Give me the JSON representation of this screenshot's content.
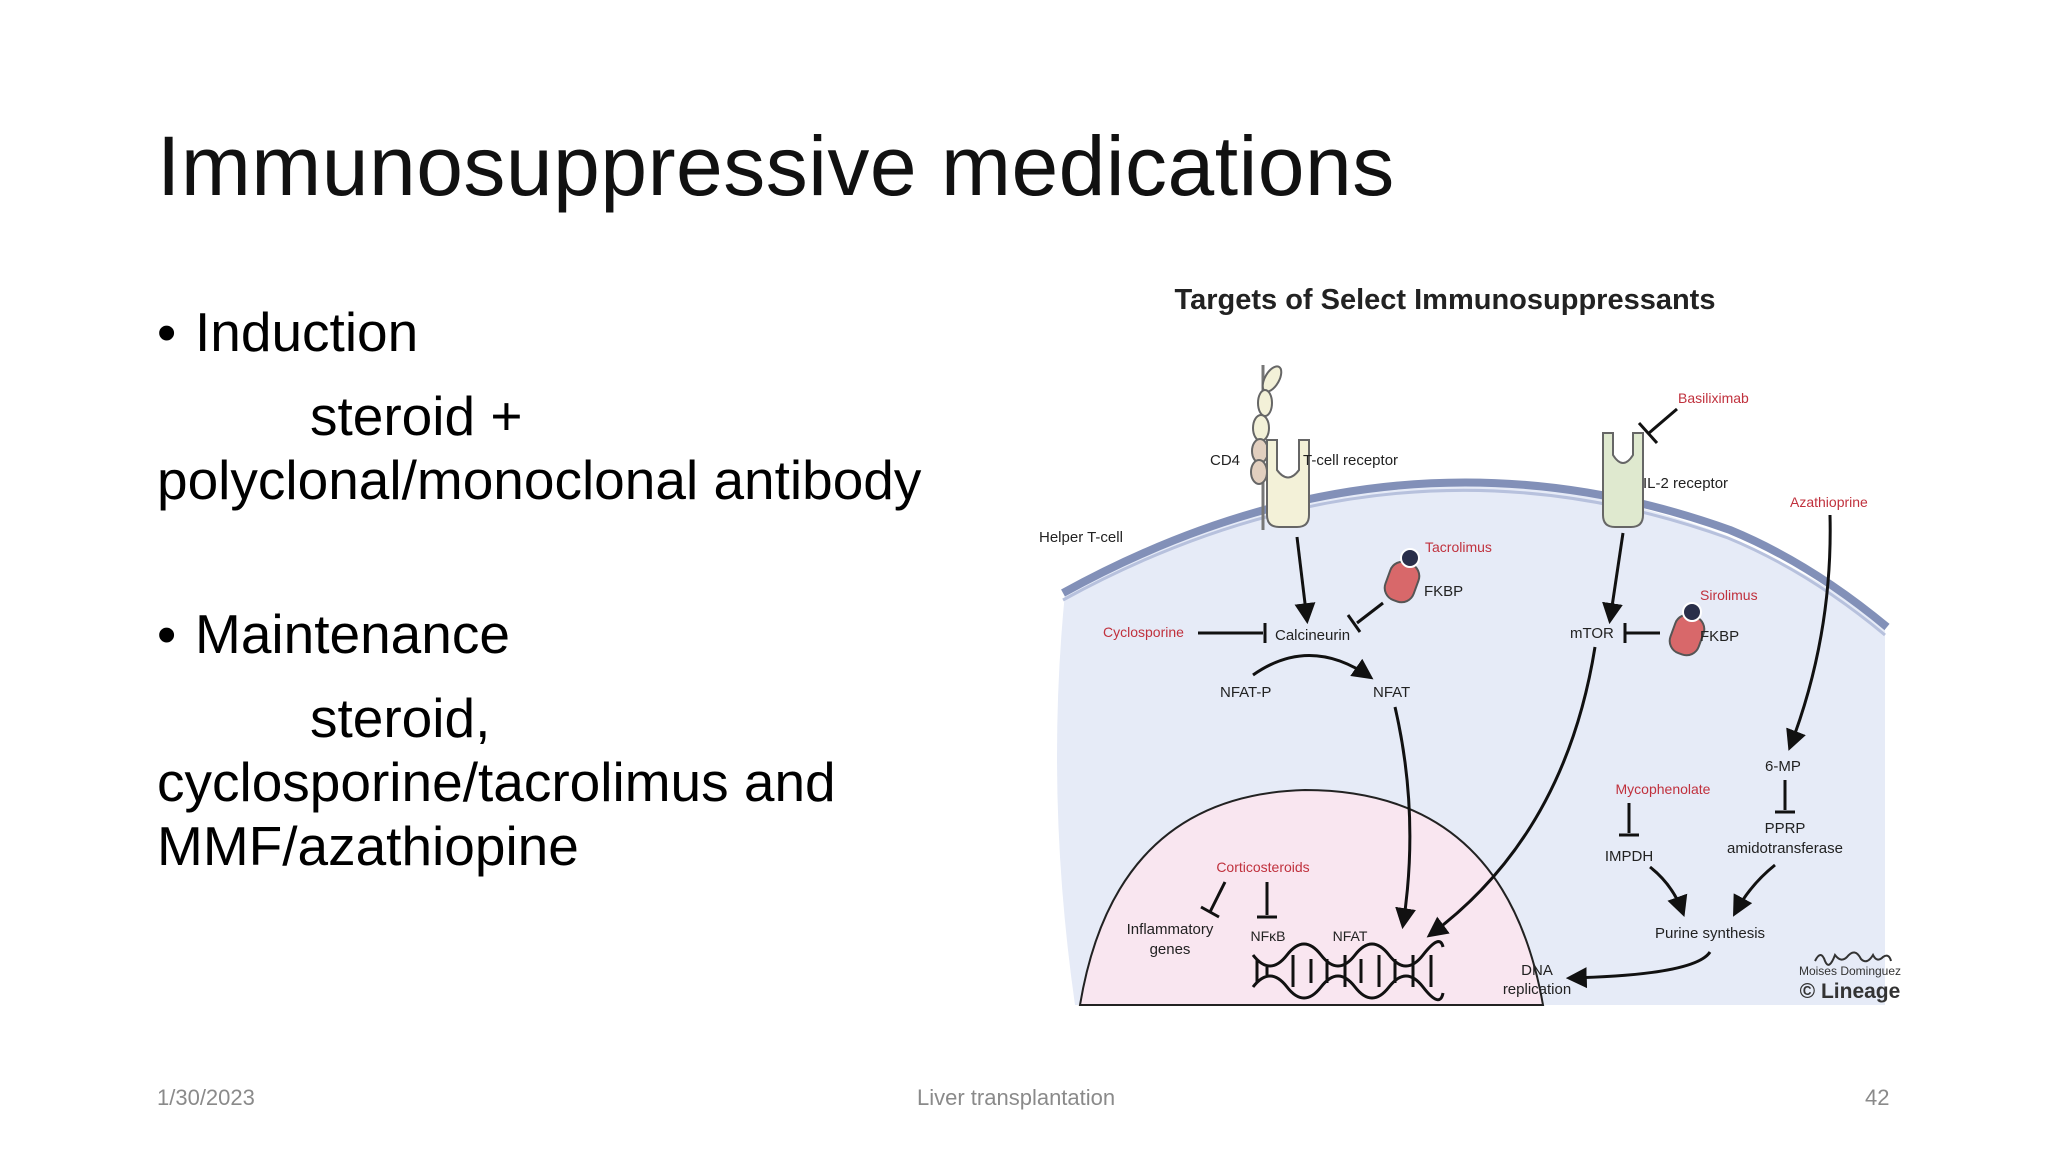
{
  "slide": {
    "title": "Immunosuppressive medications",
    "bullets": [
      {
        "label": "Induction",
        "detail_lines": [
          "steroid +",
          "polyclonal/monoclonal antibody"
        ]
      },
      {
        "label": "Maintenance",
        "detail_lines": [
          "steroid,",
          "cyclosporine/tacrolimus and",
          "MMF/azathiopine"
        ]
      }
    ],
    "bullet_symbol": "•"
  },
  "footer": {
    "date": "1/30/2023",
    "center": "Liver transplantation",
    "page_number": "42"
  },
  "diagram": {
    "title": "Targets of Select Immunosuppressants",
    "labels": {
      "cd4": "CD4",
      "tcell_receptor": "T-cell receptor",
      "helper_tcell": "Helper T-cell",
      "il2_receptor": "IL-2 receptor",
      "fkbp": "FKBP",
      "calcineurin": "Calcineurin",
      "nfat_p": "NFAT-P",
      "nfat": "NFAT",
      "mtor": "mTOR",
      "six_mp": "6-MP",
      "pprp": "PPRP",
      "amidotransferase": "amidotransferase",
      "impdh": "IMPDH",
      "purine_synthesis": "Purine synthesis",
      "inflammatory": "Inflammatory",
      "genes": "genes",
      "nfkb": "NFκB",
      "dna": "DNA",
      "replication": "replication"
    },
    "drugs": {
      "basiliximab": "Basiliximab",
      "azathioprine": "Azathioprine",
      "tacrolimus": "Tacrolimus",
      "sirolimus": "Sirolimus",
      "cyclosporine": "Cyclosporine",
      "mycophenolate": "Mycophenolate",
      "corticosteroids": "Corticosteroids"
    },
    "credit": {
      "author": "Moises Dominguez",
      "copyright": "© Lineage"
    },
    "colors": {
      "drug_text": "#c0313d",
      "cytoplasm": "#e6ebf7",
      "nucleus": "#f9e6f0",
      "membrane": "#8290b8",
      "receptor_fill": "#f3f1d8",
      "il2_fill": "#dfe9cf",
      "drug_capsule": "#d8686a"
    }
  }
}
